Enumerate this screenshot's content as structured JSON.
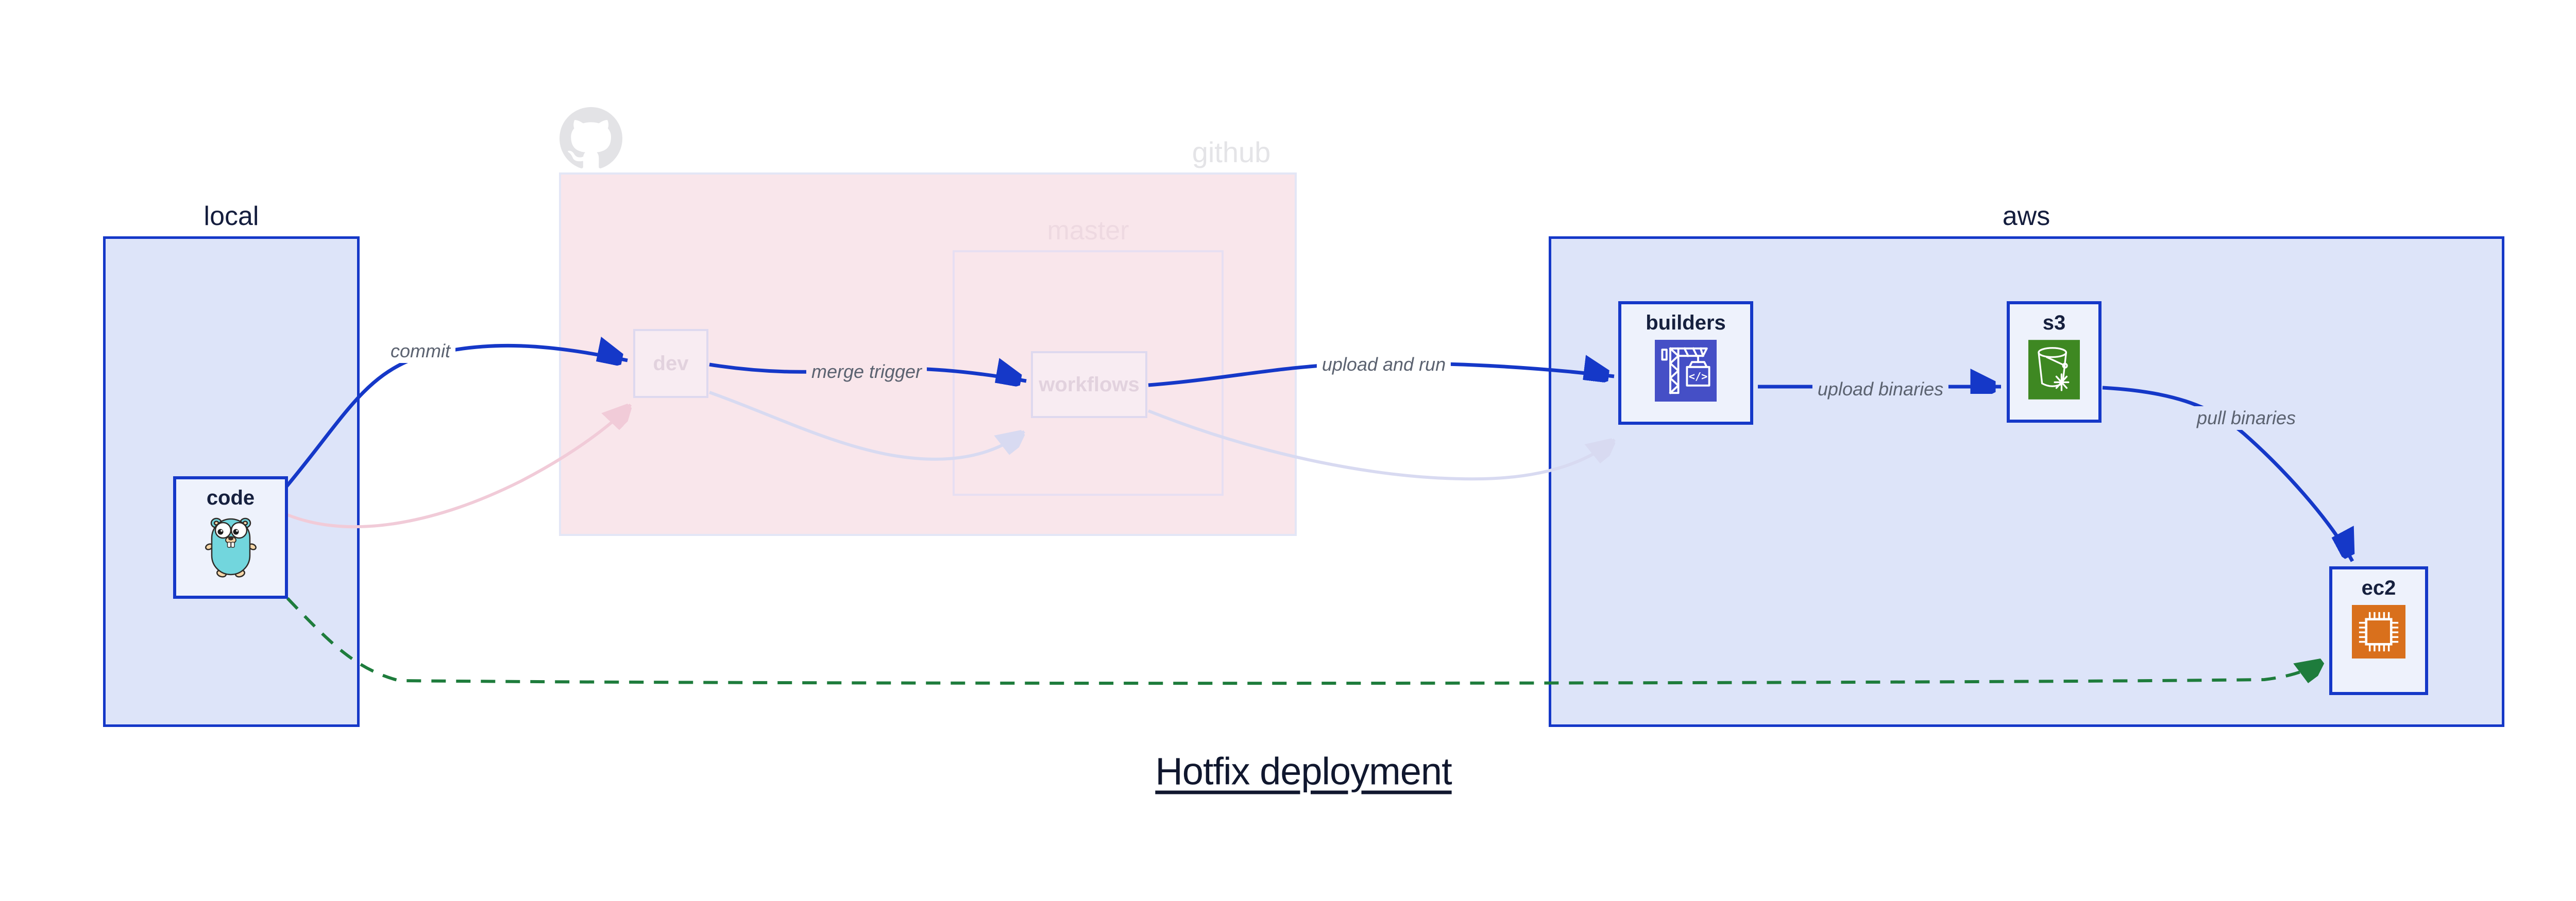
{
  "diagram": {
    "title": "Hotfix deployment"
  },
  "colors": {
    "accent_blue": "#1538c8",
    "accent_green": "#1e7c3c",
    "group_fill_blue": "#dde4f9",
    "node_fill": "#eef2fc",
    "github_fill": "#f9e6eb",
    "github_border": "#e3e6f6",
    "master_border": "#e7dff2",
    "faded_node_fill": "#f8ecf2",
    "faded_node_border": "#ded9ef",
    "faded_pink_edge": "#f1cbd8",
    "faded_lavender_edge": "#d8daf1",
    "text_dark": "#141d3d",
    "edge_label_gray": "#5b6270",
    "ghost_gray": "#e4e4e7",
    "ghost_pink": "#eed9e1",
    "codebuild_indigo": "#454fc6",
    "s3_green": "#3e8822",
    "ec2_orange": "#d9701c",
    "gopher_teal": "#72d6dd"
  },
  "groups": {
    "local": {
      "label": "local"
    },
    "github": {
      "label": "github"
    },
    "master": {
      "label": "master"
    },
    "aws": {
      "label": "aws"
    }
  },
  "nodes": {
    "code": {
      "label": "code"
    },
    "dev": {
      "label": "dev"
    },
    "workflows": {
      "label": "workflows"
    },
    "builders": {
      "label": "builders"
    },
    "s3": {
      "label": "s3"
    },
    "ec2": {
      "label": "ec2"
    }
  },
  "edges": {
    "commit": {
      "label": "commit"
    },
    "merge_trigger": {
      "label": "merge trigger"
    },
    "upload_and_run": {
      "label": "upload and run"
    },
    "upload_binaries": {
      "label": "upload binaries"
    },
    "pull_binaries": {
      "label": "pull binaries"
    }
  }
}
